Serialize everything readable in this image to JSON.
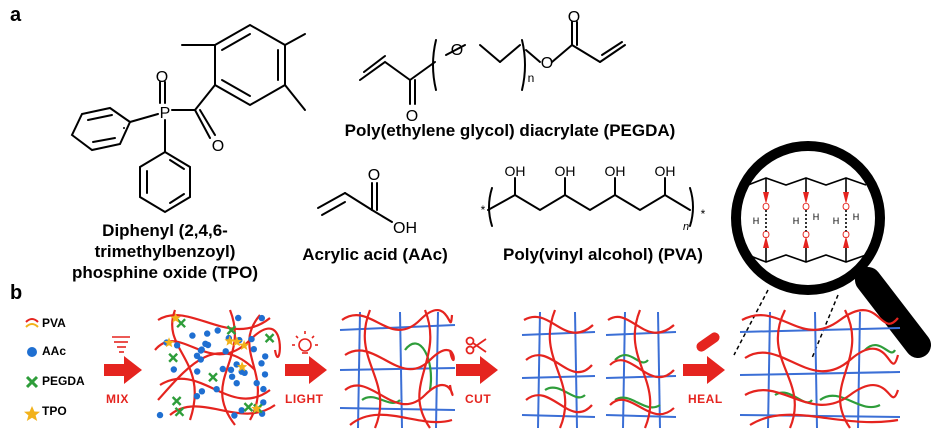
{
  "panels": {
    "a": "a",
    "b": "b"
  },
  "molecules": {
    "tpo": [
      "Diphenyl (2,4,6-",
      "trimethylbenzoyl)",
      "phosphine oxide (TPO)"
    ],
    "pegda": "Poly(ethylene glycol) diacrylate (PEGDA)",
    "aac": "Acrylic acid (AAc)",
    "pva": "Poly(vinyl alcohol) (PVA)"
  },
  "atoms": {
    "O": "O",
    "P": "P",
    "OH": "OH",
    "n": "n",
    "H": "H",
    "star": "*"
  },
  "legend": [
    {
      "label": "PVA",
      "color": "#e5241f",
      "icon": "wave-icon"
    },
    {
      "label": "AAc",
      "color": "#1f6fd1",
      "icon": "dot-icon"
    },
    {
      "label": "PEGDA",
      "color": "#2e9d3a",
      "icon": "cross-icon"
    },
    {
      "label": "TPO",
      "color": "#f2b21b",
      "icon": "star-icon"
    }
  ],
  "steps": [
    {
      "label": "MIX",
      "icon": "tornado-icon"
    },
    {
      "label": "LIGHT",
      "icon": "lightbulb-icon"
    },
    {
      "label": "CUT",
      "icon": "scissors-icon"
    },
    {
      "label": "HEAL",
      "icon": "bandage-icon"
    }
  ],
  "colors": {
    "pva": "#e5241f",
    "aac": "#1f6fd1",
    "pegda": "#2e9d3a",
    "tpo": "#f2b21b",
    "arrow": "#e5241f",
    "grid": "#3b6fd6"
  }
}
